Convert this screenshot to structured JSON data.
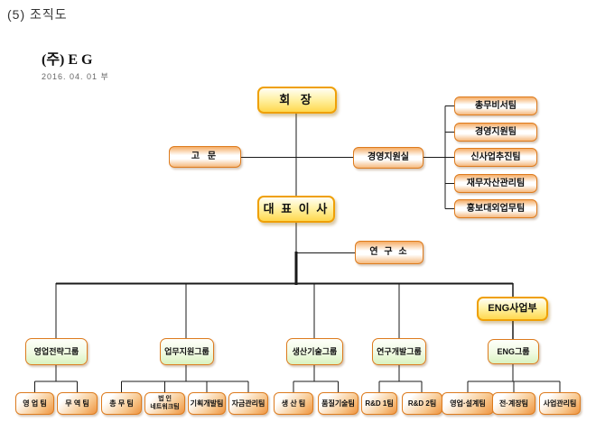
{
  "page": {
    "title": "(5) 조직도",
    "company": "(주) E G",
    "effective_date": "2016. 04. 01 부"
  },
  "org": {
    "chairman": "회 장",
    "advisor": "고 문",
    "ceo": "대 표 이 사",
    "mgmt_office": "경영지원실",
    "mgmt_office_teams": [
      "총무비서팀",
      "경영지원팀",
      "신사업추진팀",
      "재무자산관리팀",
      "홍보대외업무팀"
    ],
    "research_lab": "연 구 소",
    "eng_division": "ENG사업부",
    "groups": [
      "영업전략그룹",
      "업무지원그룹",
      "생산기술그룹",
      "연구개발그룹",
      "ENG그룹"
    ],
    "teams": {
      "sales": "영 업 팀",
      "trade": "무 역 팀",
      "general_affairs": "총 무 팀",
      "corp_network_line1": "법 인",
      "corp_network_line2": "네트워크팀",
      "planning_dev": "기획개발팀",
      "fund_mgmt": "자금관리팀",
      "production": "생 산 팀",
      "quality_tech": "품질기술팀",
      "rnd1": "R&D 1팀",
      "rnd2": "R&D 2팀",
      "sales_design": "영업·설계팀",
      "elec_instrument": "전·계장팀",
      "project_mgmt": "사업관리팀"
    },
    "line_color": "#1a1a1a",
    "accent_orange": "#DD7B1E",
    "accent_yellow": "#FFD84E",
    "accent_green": "#D9F2BF"
  }
}
